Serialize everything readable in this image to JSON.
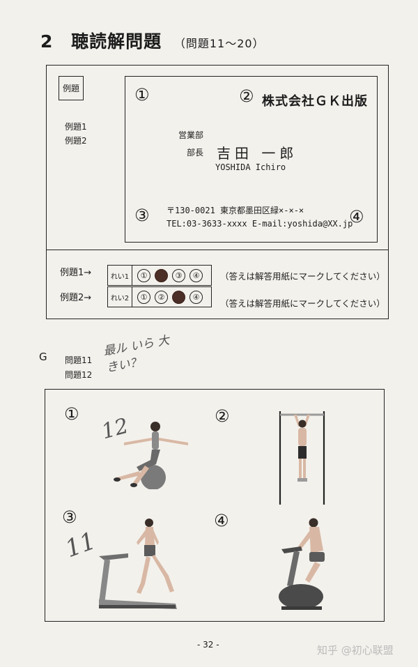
{
  "heading": {
    "number": "2",
    "title": "聴読解問題",
    "range": "（問題11～20）"
  },
  "example": {
    "label": "例題",
    "items": [
      "例題1",
      "例題2"
    ],
    "card": {
      "num1": "①",
      "num2": "②",
      "num3": "③",
      "num4": "④",
      "company": "株式会社ＧＫ出版",
      "department": "営業部",
      "position": "部長",
      "name_jp": "吉田 一郎",
      "name_en": "YOSHIDA  Ichiro",
      "address": "〒130-0021 東京都墨田区緑×-×-×",
      "contact": "TEL:03-3633-xxxx  E-mail:yoshida@XX.jp"
    },
    "answers": [
      {
        "label": "例題1→",
        "rei": "れい1",
        "options": [
          "①",
          "",
          "③",
          "④"
        ],
        "filled": 2,
        "note": "（答えは解答用紙にマークしてください）"
      },
      {
        "label": "例題2→",
        "rei": "れい2",
        "options": [
          "①",
          "②",
          "",
          "④"
        ],
        "filled": 3,
        "note": "（答えは解答用紙にマークしてください）"
      }
    ]
  },
  "section_g": {
    "letter": "G",
    "items": [
      "問題11",
      "問題12"
    ],
    "handwritten_note": "最ル いら 大きい？",
    "options": [
      {
        "num": "①",
        "illustration": "woman-exercise-ball-icon"
      },
      {
        "num": "②",
        "illustration": "pull-up-bar-icon"
      },
      {
        "num": "③",
        "illustration": "treadmill-icon"
      },
      {
        "num": "④",
        "illustration": "exercise-bike-icon"
      }
    ],
    "handwritten_marks": [
      "12",
      "11"
    ]
  },
  "footer": {
    "page": "- 32 -"
  },
  "watermark": "知乎 @初心联盟"
}
